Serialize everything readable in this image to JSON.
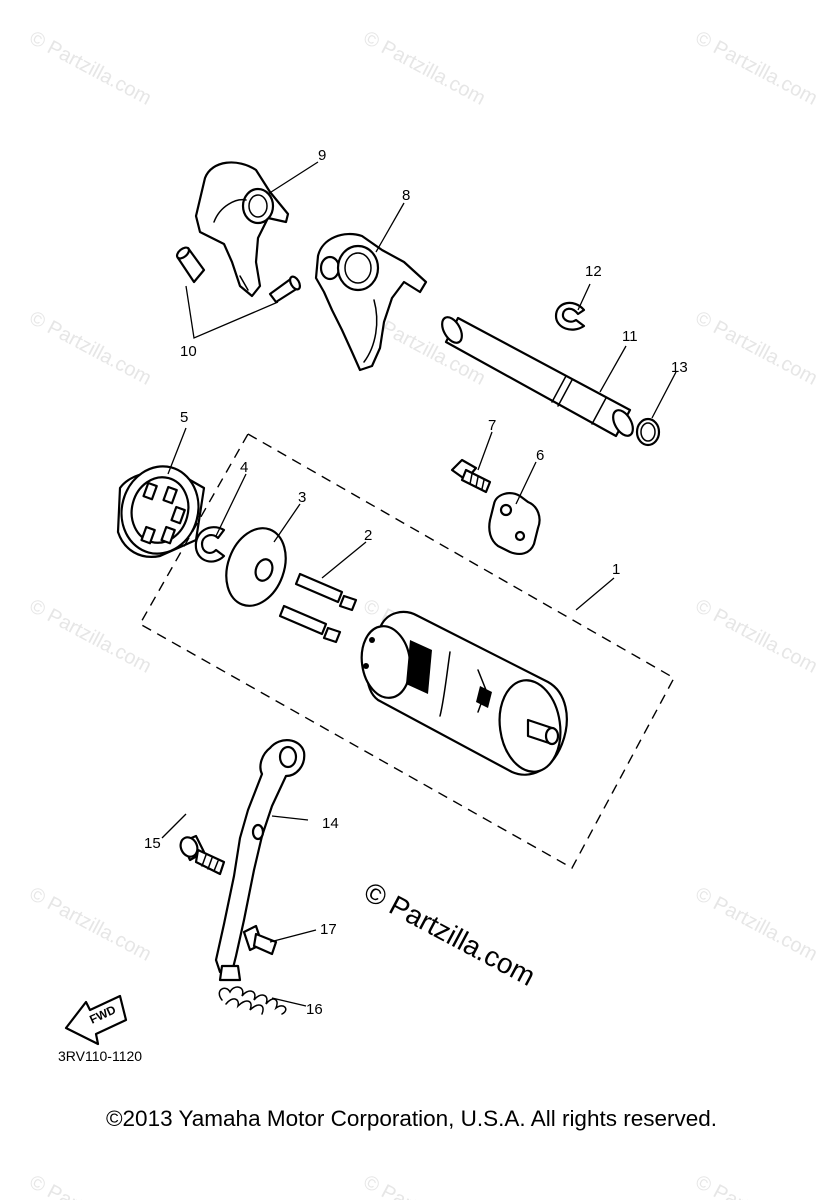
{
  "watermark": {
    "text": "© Partzilla.com"
  },
  "center_watermark": {
    "text": "© Partzilla.com"
  },
  "parts": [
    {
      "id": "1"
    },
    {
      "id": "2"
    },
    {
      "id": "3"
    },
    {
      "id": "4"
    },
    {
      "id": "5"
    },
    {
      "id": "6"
    },
    {
      "id": "7"
    },
    {
      "id": "8"
    },
    {
      "id": "9"
    },
    {
      "id": "10"
    },
    {
      "id": "11"
    },
    {
      "id": "12"
    },
    {
      "id": "13"
    },
    {
      "id": "14"
    },
    {
      "id": "15"
    },
    {
      "id": "16"
    },
    {
      "id": "17"
    }
  ],
  "fwd_label": "FWD",
  "diagram_code": "3RV110-1120",
  "footer": "©2013  Yamaha Motor Corporation, U.S.A. All rights reserved."
}
